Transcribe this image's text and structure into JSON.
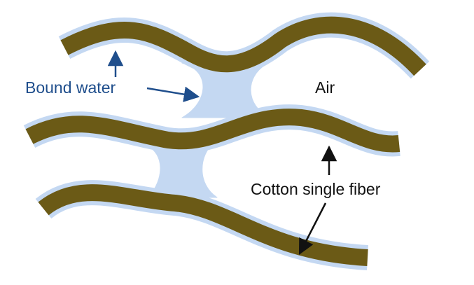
{
  "labels": {
    "bound_water": "Bound water",
    "air": "Air",
    "cotton_fiber": "Cotton single fiber"
  },
  "colors": {
    "fiber": "#6b5a16",
    "water": "#c4d8f2",
    "bound_water_label": "#1f4e8c",
    "text_dark": "#111111",
    "background": "#ffffff"
  }
}
